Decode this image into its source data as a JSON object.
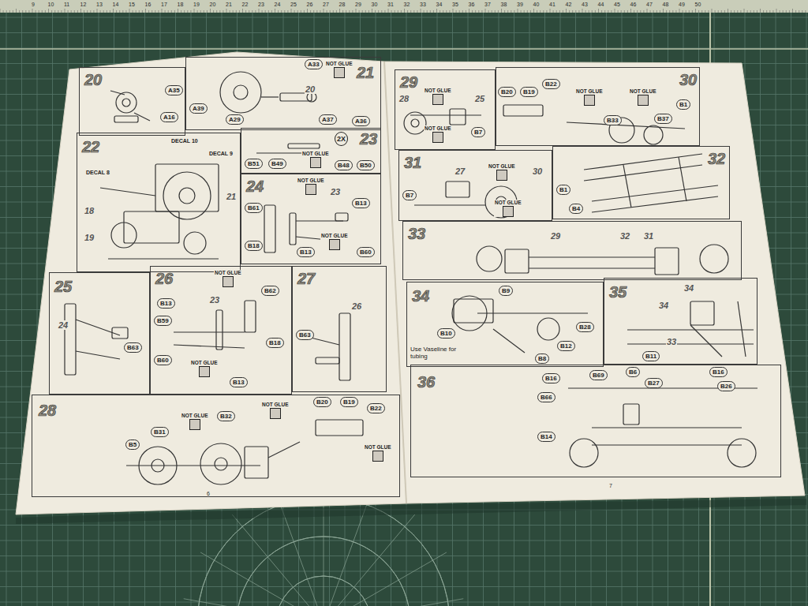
{
  "diagram": {
    "nodes": [
      {
        "text": [
          "20",
          "A35",
          "A16"
        ]
      },
      {
        "text": [
          "21",
          "A33",
          "20",
          "NOT GLUE",
          "A39",
          "A29",
          "A37",
          "A36"
        ]
      },
      {
        "text": [
          "22",
          "DECAL 10",
          "DECAL 9",
          "DECAL 8",
          "21",
          "18",
          "19"
        ]
      },
      {
        "text": [
          "23",
          "2X",
          "B51",
          "B49",
          "NOT GLUE",
          "B48",
          "B50"
        ]
      },
      {
        "text": [
          "24",
          "NOT GLUE",
          "23",
          "B61",
          "B13",
          "B18",
          "B13",
          "NOT GLUE",
          "B60"
        ]
      },
      {
        "text": [
          "25",
          "24",
          "B63"
        ]
      },
      {
        "text": [
          "26",
          "NOT GLUE",
          "23",
          "B62",
          "B13",
          "B59",
          "B18",
          "B60",
          "NOT GLUE",
          "B13"
        ]
      },
      {
        "text": [
          "27",
          "26",
          "B63"
        ]
      },
      {
        "text": [
          "28",
          "NOT GLUE",
          "B31",
          "B32",
          "NOT GLUE",
          "B5",
          "B20",
          "B19",
          "B22",
          "NOT GLUE"
        ]
      },
      {
        "text": [
          "29",
          "28",
          "NOT GLUE",
          "25",
          "NOT GLUE",
          "B7"
        ]
      },
      {
        "text": [
          "30",
          "B20",
          "B19",
          "B22",
          "NOT GLUE",
          "NOT GLUE",
          "B33",
          "B37",
          "B1"
        ]
      },
      {
        "text": [
          "31",
          "27",
          "NOT GLUE",
          "30",
          "B7",
          "NOT GLUE"
        ]
      },
      {
        "text": [
          "32",
          "B1",
          "B4"
        ]
      },
      {
        "text": [
          "33",
          "29",
          "32",
          "31"
        ]
      },
      {
        "text": [
          "34",
          "B9",
          "B10",
          "Use Vaseline for tubing",
          "B12",
          "B28",
          "B8"
        ]
      },
      {
        "text": [
          "35",
          "34",
          "34",
          "33",
          "B11"
        ]
      },
      {
        "text": [
          "36",
          "B16",
          "B69",
          "B6",
          "B27",
          "B16",
          "B66",
          "B26",
          "B14"
        ]
      }
    ],
    "labels": [
      "9",
      "10",
      "11",
      "12",
      "13",
      "14",
      "15",
      "16",
      "17",
      "18",
      "19",
      "20",
      "21",
      "22",
      "23",
      "24",
      "25",
      "26",
      "27",
      "28",
      "29",
      "30",
      "31",
      "32",
      "33",
      "34",
      "35",
      "36",
      "37",
      "38",
      "39",
      "40",
      "41",
      "42",
      "43",
      "44",
      "45",
      "46",
      "47",
      "48",
      "49",
      "50",
      "6",
      "7"
    ]
  }
}
